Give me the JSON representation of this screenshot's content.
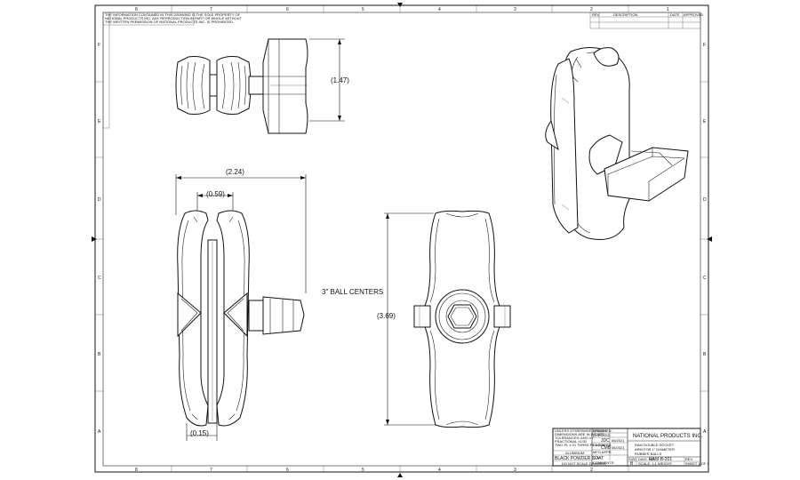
{
  "border": {
    "col_labels": [
      "8",
      "7",
      "6",
      "5",
      "4",
      "3",
      "2",
      "1"
    ],
    "row_labels": [
      "F",
      "E",
      "D",
      "C",
      "B",
      "A"
    ]
  },
  "notice": {
    "lines": [
      "THE INFORMATION CONTAINED IN THIS DRAWING IS THE SOLE PROPERTY OF",
      "NATIONAL PRODUCTS INC. ANY REPRODUCTION IN PART OR WHOLE WITHOUT",
      "THE WRITTEN PERMISSION OF NATIONAL PRODUCTS INC. IS PROHIBITED."
    ]
  },
  "revision_block": {
    "headers": [
      "REV",
      "DESCRIPTION",
      "DATE",
      "APPROVED"
    ]
  },
  "dimensions": {
    "height_top": "(1.47)",
    "overall_width": "(2.24)",
    "neck_width": "(0.59)",
    "gap": "(0.15)",
    "ball_centers": "3\" BALL CENTERS",
    "overall_length": "(3.69)"
  },
  "title_block": {
    "company": "NATIONAL PRODUCTS INC.",
    "title_lines": [
      "RAM DOUBLE SOCKET",
      "ARM FOR 1\" DIAMETER",
      "RUBBER BALLS"
    ],
    "part_number": "RAM-B-201",
    "finish": "BLACK POWDER COAT",
    "material": "ALUMINUM",
    "drawn_initials": "JDC",
    "checked_initials": "CMB",
    "drawn_date": "06/2021",
    "checked_date": "06/2021",
    "no_scale_note": "DO NOT SCALE DRAWING",
    "tolerance_lines": [
      "UNLESS OTHERWISE SPECIFIED:",
      "DIMENSIONS ARE IN INCHES",
      "TOLERANCES: ANG ±1°",
      "FRACTIONAL ±1/32",
      "TWO PL ±.01 THREE PL ±.005"
    ],
    "field_labels": [
      "DRAWN",
      "CHECKED",
      "ENG APPR.",
      "MFG APPR.",
      "Q.A.",
      "COMMENTS:"
    ],
    "size_label": "SIZE",
    "size_value": "B",
    "dwg_label": "DWG. NO.",
    "rev_label": "REV",
    "scale_label": "SCALE: 1:1",
    "weight_label": "WEIGHT:",
    "sheet_label": "SHEET 1 OF 1"
  }
}
